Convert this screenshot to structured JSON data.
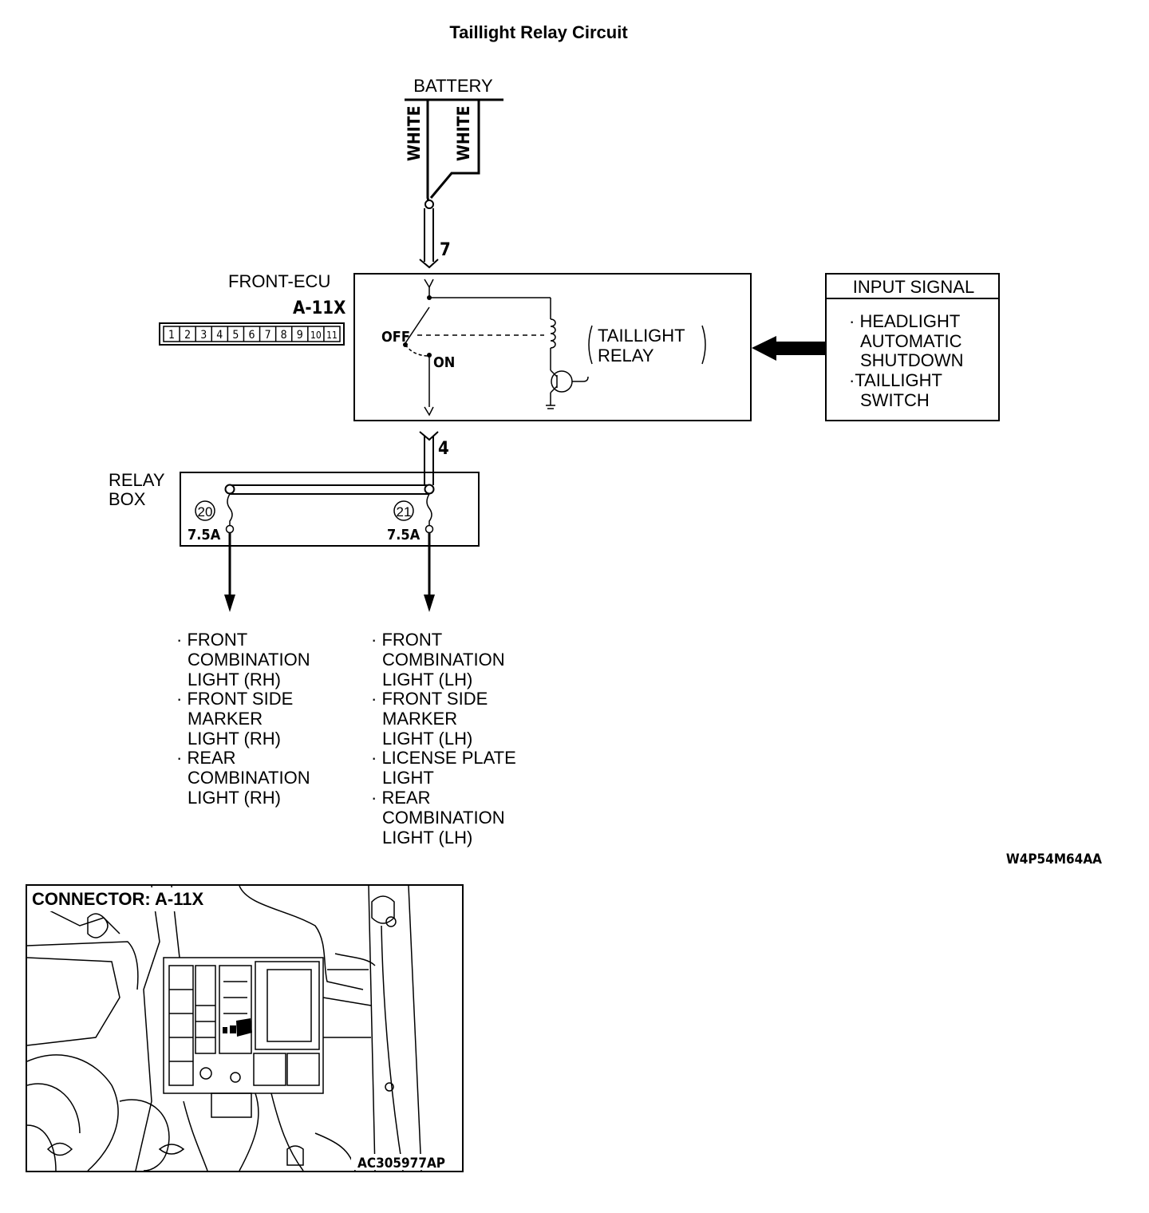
{
  "title": "Taillight Relay Circuit",
  "battery": {
    "label": "BATTERY",
    "wire_left": "WHITE",
    "wire_right": "WHITE"
  },
  "ecu": {
    "name": "FRONT-ECU",
    "connector": "A-11X",
    "pins": [
      "1",
      "2",
      "3",
      "4",
      "5",
      "6",
      "7",
      "8",
      "9",
      "10",
      "11"
    ],
    "terminal_in": "7",
    "terminal_out": "4",
    "switch_off": "OFF",
    "switch_on": "ON",
    "relay_line1": "TAILLIGHT",
    "relay_line2": "RELAY"
  },
  "input_signal": {
    "header": "INPUT SIGNAL",
    "lines": [
      "· HEADLIGHT",
      "AUTOMATIC",
      "SHUTDOWN",
      "·TAILLIGHT",
      "SWITCH"
    ]
  },
  "relay_box": {
    "label_line1": "RELAY",
    "label_line2": "BOX",
    "fuse_left_no": "20",
    "fuse_left_rating": "7.5A",
    "fuse_right_no": "21",
    "fuse_right_rating": "7.5A"
  },
  "loads_left": [
    "· FRONT",
    "COMBINATION",
    "LIGHT (RH)",
    "· FRONT SIDE",
    "MARKER",
    "LIGHT (RH)",
    "· REAR",
    "COMBINATION",
    "LIGHT (RH)"
  ],
  "loads_right": [
    "· FRONT",
    "COMBINATION",
    "LIGHT (LH)",
    "· FRONT SIDE",
    "MARKER",
    "LIGHT (LH)",
    "· LICENSE PLATE",
    "LIGHT",
    "· REAR",
    "COMBINATION",
    "LIGHT (LH)"
  ],
  "diagram_code": "W4P54M64AA",
  "connector_photo": {
    "label": "CONNECTOR: A-11X",
    "code": "AC305977AP"
  }
}
